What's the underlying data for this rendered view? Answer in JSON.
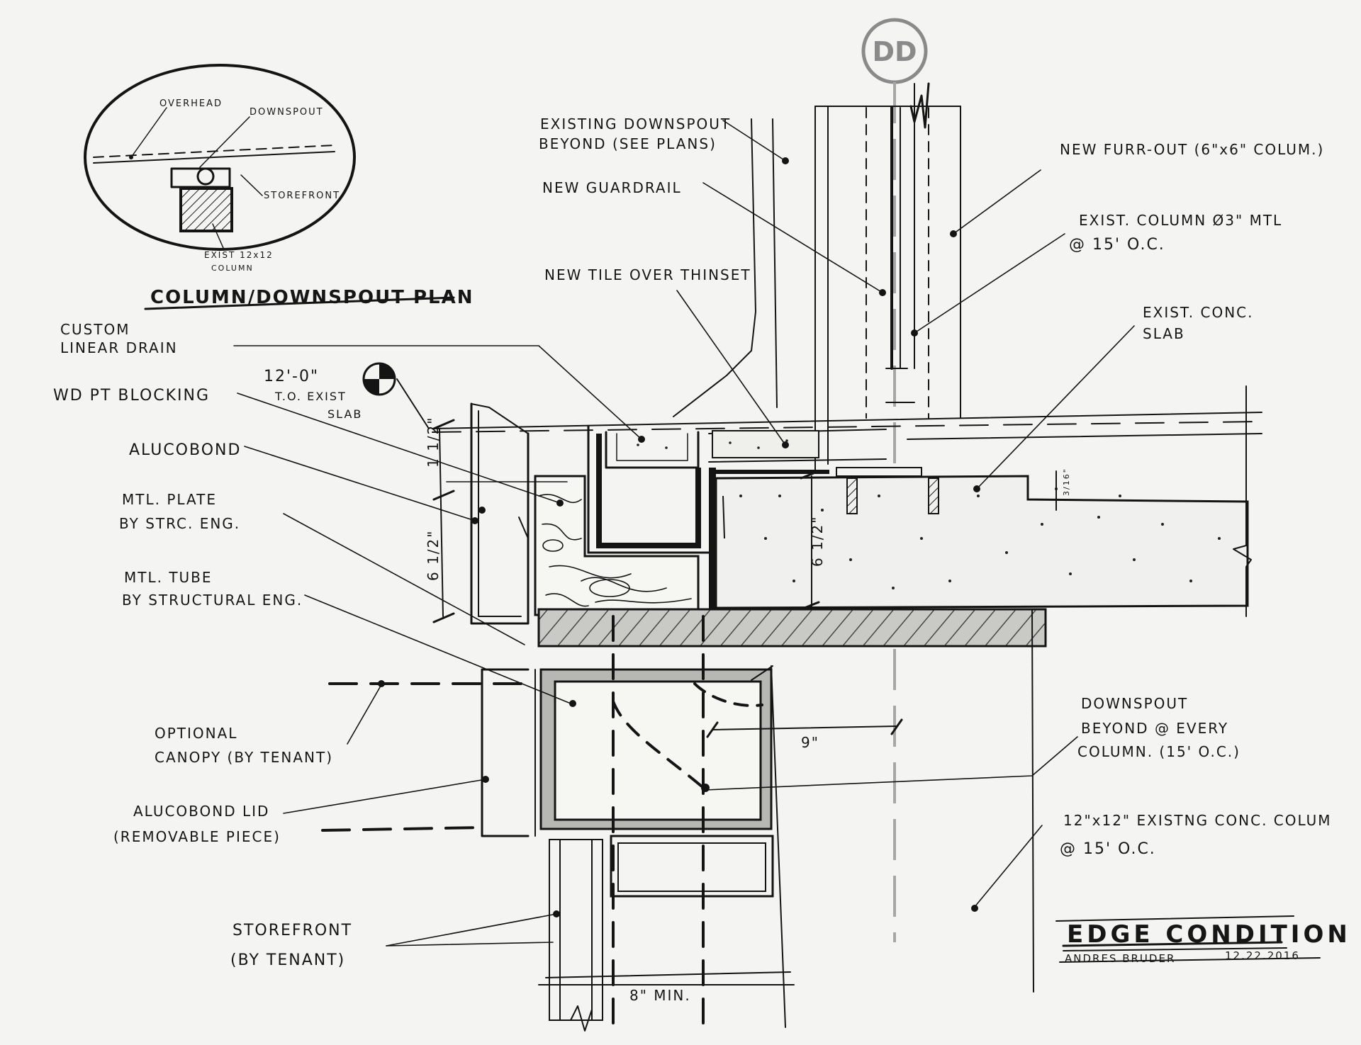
{
  "grid_bubble": "DD",
  "inset": {
    "title": "COLUMN/DOWNSPOUT PLAN",
    "labels": {
      "overhead": "OVERHEAD",
      "downspout": "DOWNSPOUT",
      "storefront": "STOREFRONT",
      "column_l1": "EXIST 12x12",
      "column_l2": "COLUMN"
    }
  },
  "elevation": {
    "value": "12'-0\"",
    "l1": "T.O. EXIST",
    "l2": "SLAB"
  },
  "left_labels": [
    {
      "lines": [
        "CUSTOM",
        "LINEAR DRAIN"
      ]
    },
    {
      "lines": [
        "WD PT BLOCKING"
      ]
    },
    {
      "lines": [
        "ALUCOBOND"
      ]
    },
    {
      "lines": [
        "MTL. PLATE",
        "BY STRC. ENG."
      ]
    },
    {
      "lines": [
        "MTL. TUBE",
        "BY STRUCTURAL ENG."
      ]
    },
    {
      "lines": [
        "OPTIONAL",
        "CANOPY (BY TENANT)"
      ]
    },
    {
      "lines": [
        "ALUCOBOND LID",
        "(REMOVABLE PIECE)"
      ]
    },
    {
      "lines": [
        "STOREFRONT",
        "(BY TENANT)"
      ]
    }
  ],
  "top_labels": [
    {
      "lines": [
        "EXISTING DOWNSPOUT",
        "BEYOND (SEE PLANS)"
      ]
    },
    {
      "lines": [
        "NEW GUARDRAIL"
      ]
    },
    {
      "lines": [
        "NEW TILE OVER THINSET"
      ]
    }
  ],
  "right_labels": [
    {
      "lines": [
        "NEW FURR-OUT (6\"x6\" COLUM.)"
      ]
    },
    {
      "lines": [
        "EXIST. COLUMN Ø3\" MTL",
        "@ 15' O.C."
      ]
    },
    {
      "lines": [
        "EXIST. CONC.",
        "SLAB"
      ]
    },
    {
      "lines": [
        "DOWNSPOUT",
        "BEYOND @ EVERY",
        "COLUMN. (15' O.C.)"
      ]
    },
    {
      "lines": [
        "12\"x12\" EXISTNG CONC. COLUM",
        "@ 15' O.C."
      ]
    }
  ],
  "dimensions": {
    "d1": "1 1/2\"",
    "d2": "6 1/2\"",
    "d3": "6 1/2\"",
    "d4": "9\"",
    "d5": "8\" MIN.",
    "d6": "3/16\""
  },
  "title_block": {
    "title": "EDGE CONDITION",
    "author": "ANDRES BRUDER",
    "date": "12.22.2016"
  }
}
